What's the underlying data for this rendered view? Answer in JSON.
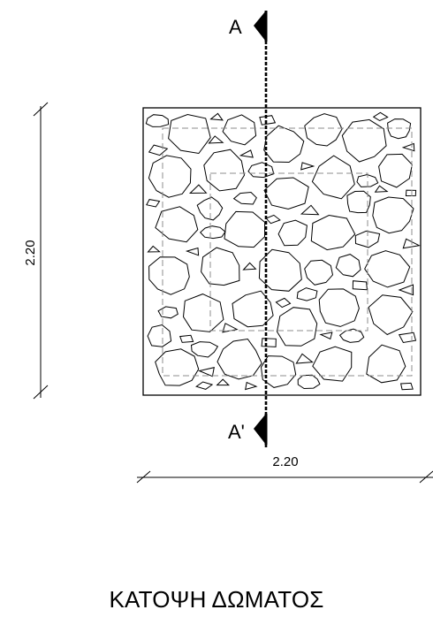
{
  "dimensions": {
    "vertical": "2.20",
    "horizontal": "2.20"
  },
  "section_markers": {
    "top": "A",
    "bottom": "A'"
  },
  "title": "ΚΑΤΟΨΗ ΔΩΜΑΤΟΣ",
  "colors": {
    "ink": "#000000",
    "dashed_outline": "#8c8c8c",
    "background": "#ffffff"
  }
}
